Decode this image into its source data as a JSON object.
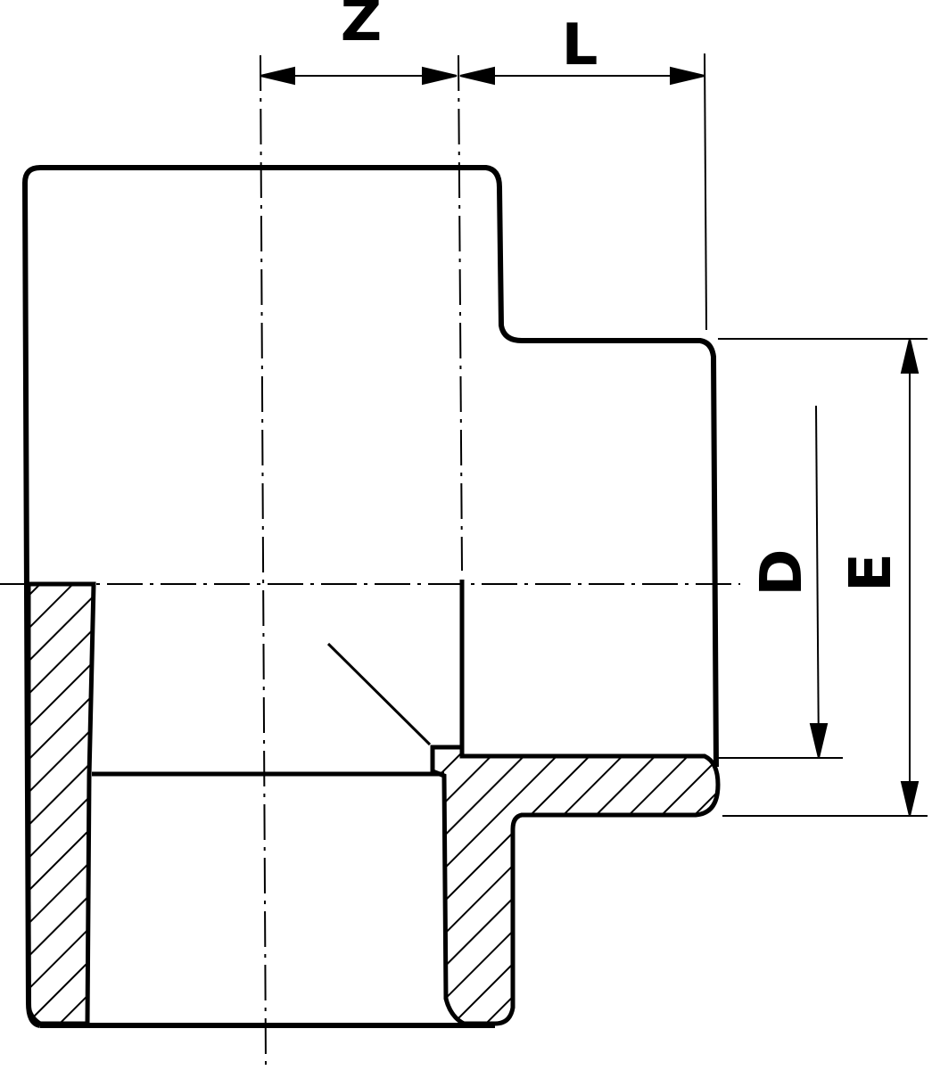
{
  "dimensions": {
    "z": "Z",
    "l": "L",
    "d": "D",
    "e": "E"
  },
  "colors": {
    "line": "#000000",
    "background": "#ffffff"
  }
}
